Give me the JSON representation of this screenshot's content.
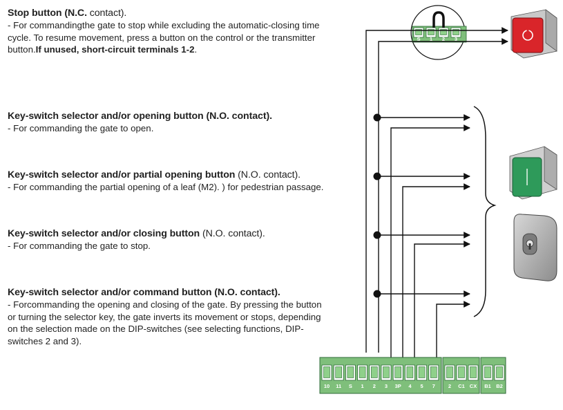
{
  "sections": {
    "stop": {
      "title_bold": "Stop button (N.C.",
      "title_normal": " contact).",
      "line1": "- For commandingthe gate to stop while excluding the automatic-closing time",
      "line2": "cycle. To resume movement, press a button on the control or the transmitter",
      "line3_prefix": "button.",
      "line3_bold": "If unused, short-circuit terminals 1-2",
      "line3_suffix": "."
    },
    "open": {
      "title_bold": "Key-switch selector and/or opening button (N.O. contact).",
      "line1": "- For commanding the gate to open."
    },
    "partial": {
      "title_bold": "Key-switch selector and/or partial opening button",
      "title_normal": " (N.O. contact).",
      "line1": "- For commanding the partial opening of a leaf (M2). ) for pedestrian passage."
    },
    "close": {
      "title_bold": "Key-switch selector and/or closing button",
      "title_normal": " (N.O. contact).",
      "line1": "- For commanding the gate to stop."
    },
    "command": {
      "title_bold": "Key-switch selector and/or command button (N.O. contact).",
      "line1": "- Forcommanding the opening and closing of the gate. By pressing the button",
      "line2": "or turning the selector key, the gate inverts its movement or stops, depending",
      "line3": "on the selection made on the DIP-switches (see selecting functions, DIP-",
      "line4": "switches 2 and 3)."
    }
  },
  "top_terminal_labels": [
    "S",
    "1",
    "2",
    "3"
  ],
  "bottom_terminal_labels": [
    "10",
    "11",
    "S",
    "1",
    "2",
    "3",
    "3P",
    "4",
    "5",
    "7",
    "2",
    "C1",
    "CX",
    "B1",
    "B2"
  ],
  "colors": {
    "terminal_green": "#7fbf7b",
    "terminal_dark": "#2f6b3a",
    "wire": "#111111",
    "stop_button_red": "#d9252a",
    "open_button_green": "#2e9a5a",
    "key_switch_grey": "#9a9a9a"
  }
}
